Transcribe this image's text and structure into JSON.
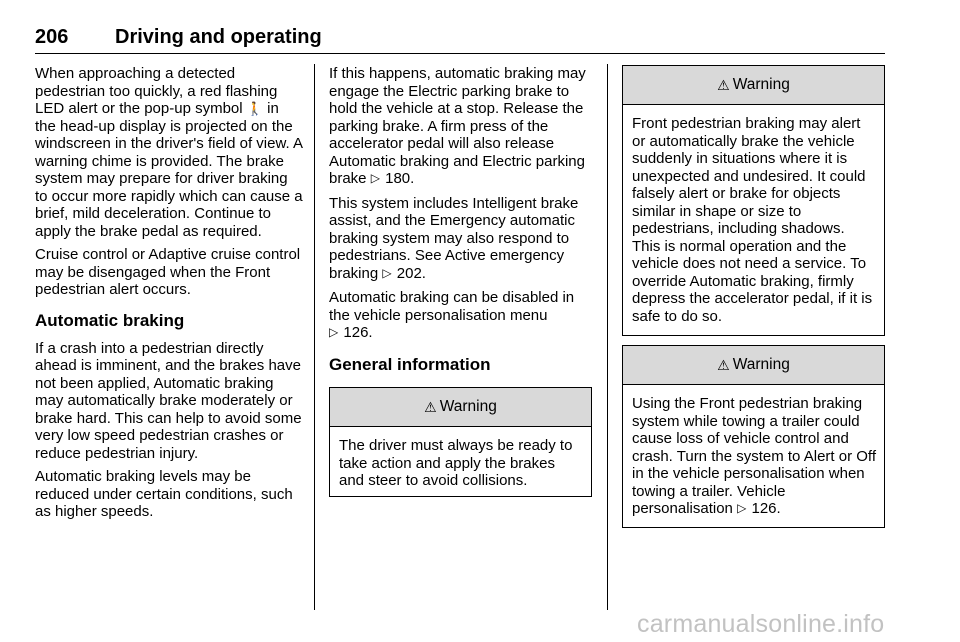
{
  "header": {
    "page_number": "206",
    "chapter": "Driving and operating"
  },
  "col1": {
    "p1_a": "When approaching a detected pedestrian too quickly, a red flashing LED alert or the pop-up symbol ",
    "p1_glyph": "🚶",
    "p1_b": " in the head-up display is projected on the windscreen in the driver's field of view. A warning chime is provided. The brake system may prepare for driver braking to occur more rapidly which can cause a brief, mild deceleration. Continue to apply the brake pedal as required.",
    "p2": "Cruise control or Adaptive cruise control may be disengaged when the Front pedestrian alert occurs.",
    "h_auto": "Automatic braking",
    "p3": "If a crash into a pedestrian directly ahead is imminent, and the brakes have not been applied, Automatic braking may automatically brake moderately or brake hard. This can help to avoid some very low speed pedestrian crashes or reduce pedestrian injury.",
    "p4": "Automatic braking levels may be reduced under certain conditions, such as higher speeds."
  },
  "col2": {
    "p1": "If this happens, automatic braking may engage the Electric parking brake to hold the vehicle at a stop. Release the parking brake. A firm press of the accelerator pedal will also release Automatic braking and Electric parking brake",
    "p1_ref": "180.",
    "p2": "This system includes Intelligent brake assist, and the Emergency automatic braking system may also respond to pedestrians. See Active emergency braking",
    "p2_ref": "202.",
    "p3": "Automatic braking can be disabled in the vehicle personalisation menu",
    "p3_ref": "126.",
    "h_general": "General information"
  },
  "warnings": [
    {
      "title": "Warning",
      "body": "The driver must always be ready to take action and apply the brakes and steer to avoid collisions."
    },
    {
      "title": "Warning",
      "body": "Front pedestrian braking may alert or automatically brake the vehicle suddenly in situations where it is unexpected and undesired. It could falsely alert or brake for objects similar in shape or size to pedestrians, including shadows. This is normal operation and the vehicle does not need a service. To override Automatic braking, firmly depress the accelerator pedal, if it is safe to do so."
    },
    {
      "title": "Warning",
      "body_a": "Using the Front pedestrian braking system while towing a trailer could cause loss of vehicle control and crash. Turn the system to Alert or Off in the vehicle personalisation when towing a trailer. Vehicle personalisation",
      "body_ref": "126."
    }
  ],
  "icons": {
    "warning": "warning-triangle-icon",
    "reference": "reference-arrow-icon"
  },
  "symbols": {
    "warn_symbol": "⚠",
    "ref_symbol": "▷"
  },
  "watermark": "carmanualsonline.info"
}
